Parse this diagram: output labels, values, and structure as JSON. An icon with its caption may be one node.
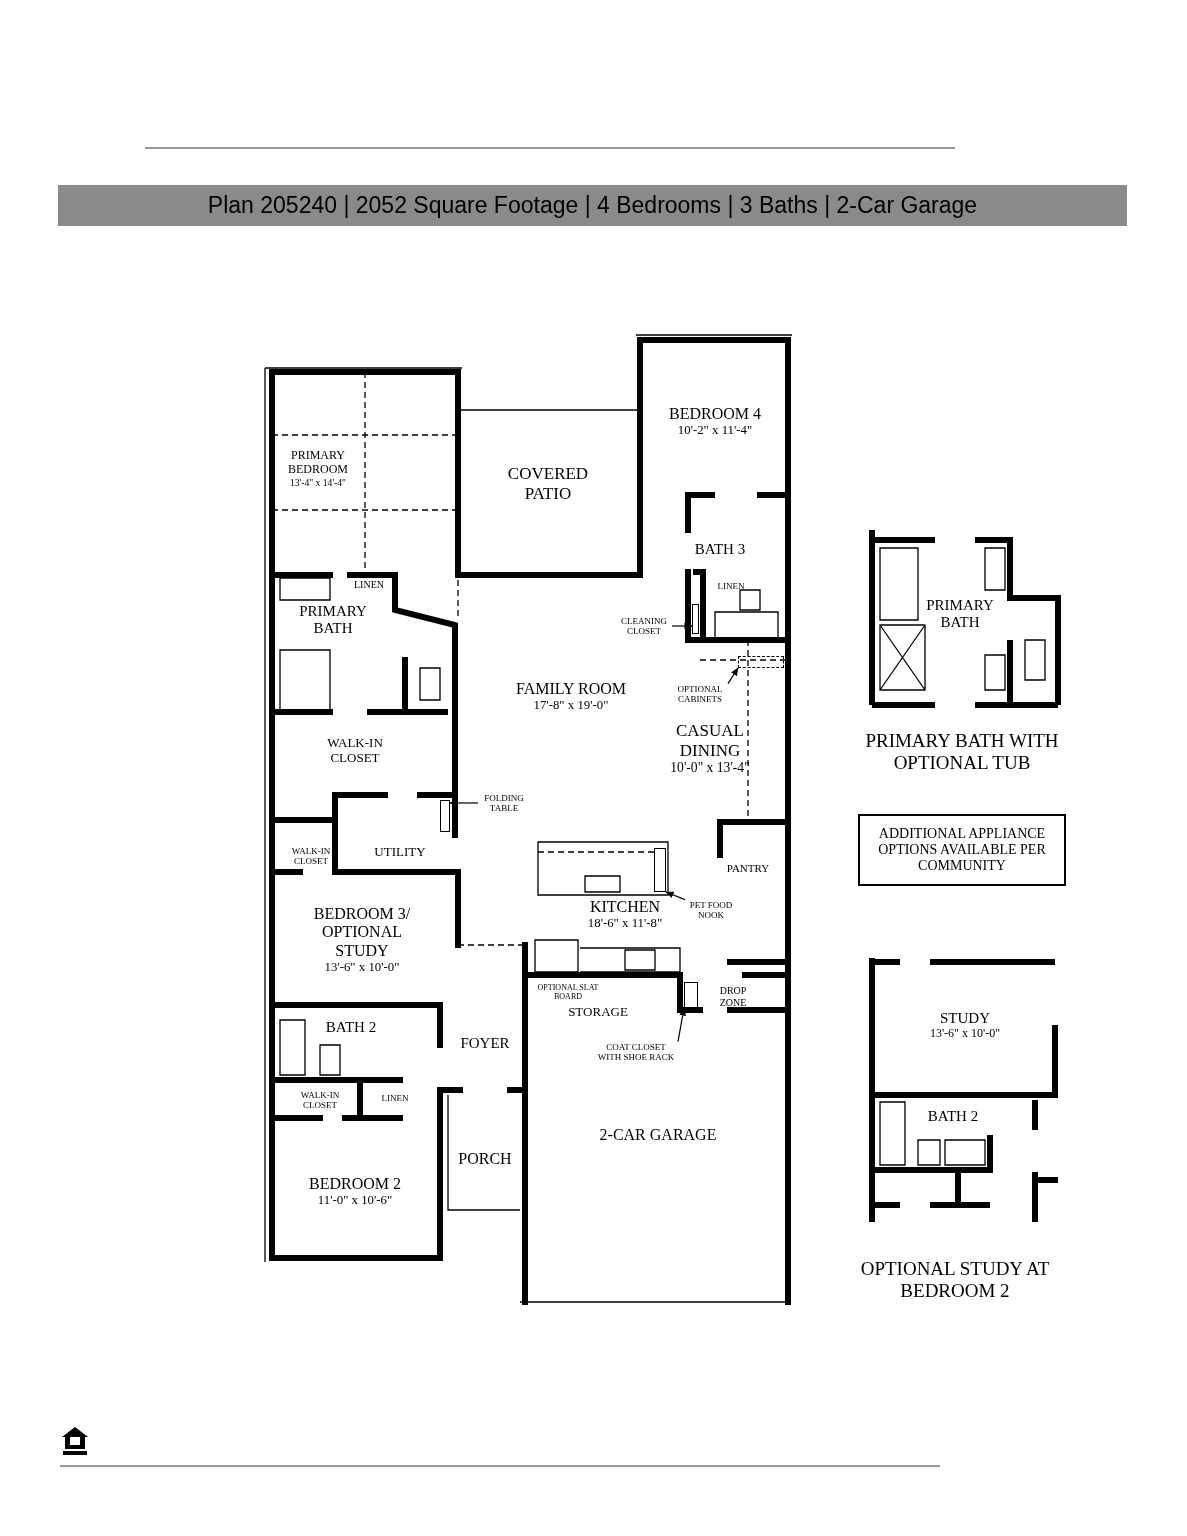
{
  "diagram": {
    "nodes": [
      {
        "text": [
          "PRIMARY BEDROOM",
          "13'-4\" x 14'-4\""
        ]
      },
      {
        "text": [
          "COVERED PATIO"
        ]
      },
      {
        "text": [
          "BEDROOM 4",
          "10'-2\" x 11'-4\""
        ]
      },
      {
        "text": [
          "BATH 3"
        ]
      },
      {
        "text": [
          "LINEN"
        ]
      },
      {
        "text": [
          "PRIMARY BATH"
        ]
      },
      {
        "text": [
          "LINEN"
        ]
      },
      {
        "text": [
          "CLEANING CLOSET"
        ]
      },
      {
        "text": [
          "FAMILY ROOM",
          "17'-8\" x 19'-0\""
        ]
      },
      {
        "text": [
          "OPTIONAL CABINETS"
        ]
      },
      {
        "text": [
          "CASUAL DINING",
          "10'-0\" x 13'-4\""
        ]
      },
      {
        "text": [
          "WALK-IN CLOSET"
        ]
      },
      {
        "text": [
          "FOLDING TABLE"
        ]
      },
      {
        "text": [
          "WALK-IN CLOSET"
        ]
      },
      {
        "text": [
          "UTILITY"
        ]
      },
      {
        "text": [
          "PANTRY"
        ]
      },
      {
        "text": [
          "KITCHEN",
          "18'-6\" x 11'-8\""
        ]
      },
      {
        "text": [
          "PET FOOD NOOK"
        ]
      },
      {
        "text": [
          "BEDROOM 3/ OPTIONAL STUDY",
          "13'-6\" x 10'-0\""
        ]
      },
      {
        "text": [
          "STORAGE"
        ]
      },
      {
        "text": [
          "DROP ZONE"
        ]
      },
      {
        "text": [
          "COAT CLOSET WITH SHOE RACK"
        ]
      },
      {
        "text": [
          "BATH 2"
        ]
      },
      {
        "text": [
          "FOYER"
        ]
      },
      {
        "text": [
          "WALK-IN CLOSET"
        ]
      },
      {
        "text": [
          "LINEN"
        ]
      },
      {
        "text": [
          "PORCH"
        ]
      },
      {
        "text": [
          "2-CAR GARAGE"
        ]
      },
      {
        "text": [
          "BEDROOM 2",
          "11'-0\" x 10'-6\""
        ]
      },
      {
        "text": [
          "PRIMARY BATH"
        ]
      },
      {
        "text": [
          "ADDITIONAL APPLIANCE OPTIONS AVAILABLE PER COMMUNITY"
        ]
      },
      {
        "text": [
          "STUDY",
          "13'-6\" x 10'-0\""
        ]
      },
      {
        "text": [
          "BATH 2"
        ]
      },
      {
        "text": [],
        "shape": "box"
      },
      {
        "text": [],
        "shape": "box"
      },
      {
        "text": [],
        "shape": "box"
      },
      {
        "text": [],
        "shape": "box"
      },
      {
        "text": [],
        "shape": "box"
      }
    ],
    "edges": [
      {
        "from": 7,
        "to": 33,
        "arrow": "to"
      },
      {
        "from": 9,
        "to": 34,
        "arrow": "to"
      },
      {
        "from": 12,
        "to": 35,
        "arrow": "to"
      },
      {
        "from": 17,
        "to": 36,
        "arrow": "to"
      },
      {
        "from": 21,
        "to": 37,
        "arrow": "to"
      }
    ],
    "labels": [
      "Plan 205240 | 2052 Square Footage | 4 Bedrooms | 3 Baths | 2-Car Garage",
      "OPTIONAL SLAT BOARD",
      "PRIMARY BATH WITH OPTIONAL TUB",
      "OPTIONAL STUDY AT BEDROOM 2"
    ]
  }
}
